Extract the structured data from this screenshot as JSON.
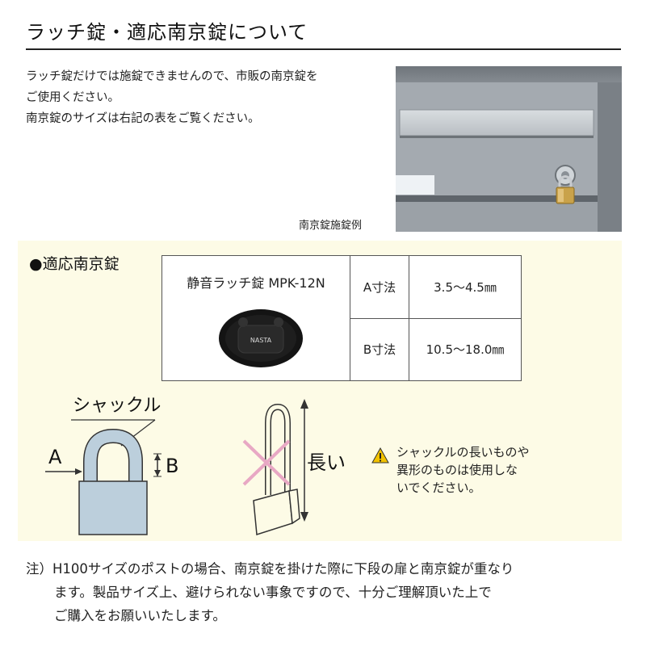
{
  "title": "ラッチ錠・適応南京錠について",
  "intro": {
    "line1": "ラッチ錠だけでは施錠できませんので、市販の南京錠を",
    "line2": "ご使用ください。",
    "line3": "南京錠のサイズは右記の表をご覧ください。"
  },
  "photo_caption": "南京錠施錠例",
  "section_heading": "●適応南京錠",
  "spec_table": {
    "product_name": "静音ラッチ錠  MPK-12N",
    "product_logo": "NASTA",
    "rows": [
      {
        "label": "A寸法",
        "value": "3.5～4.5㎜"
      },
      {
        "label": "B寸法",
        "value": "10.5～18.0㎜"
      }
    ]
  },
  "diagram": {
    "shackle_label": "シャックル",
    "a_label": "A",
    "b_label": "B",
    "long_label": "長い",
    "warning_icon": "warning-icon",
    "warning": {
      "line1": "シャックルの長いものや",
      "line2": "異形のものは使用しな",
      "line3": "いでください。"
    }
  },
  "note": {
    "line1": "注）H100サイズのポストの場合、南京錠を掛けた際に下段の扉と南京錠が重なり",
    "line2": "ます。製品サイズ上、避けられない事象ですので、十分ご理解頂いた上で",
    "line3": "ご購入をお願いいたします。"
  },
  "colors": {
    "panel_bg": "#fdfbe6",
    "lock_body": "#bccfdc",
    "cross": "#e8a8c4",
    "warning_yellow": "#f2c200"
  }
}
